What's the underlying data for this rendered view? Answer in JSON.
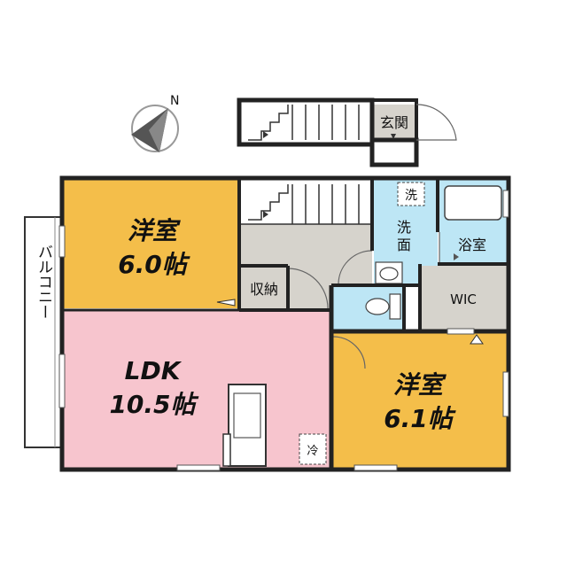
{
  "compass": {
    "north_label": "N"
  },
  "rooms": {
    "western_room_1": {
      "name": "洋室",
      "size": "6.0帖",
      "color": "#F4BE4A"
    },
    "western_room_2": {
      "name": "洋室",
      "size": "6.1帖",
      "color": "#F4BE4A"
    },
    "ldk": {
      "name": "LDK",
      "size": "10.5帖",
      "color": "#F7C5CE"
    },
    "entrance": {
      "name": "玄関"
    },
    "storage": {
      "name": "収納"
    },
    "washroom": {
      "name": "洗\n面"
    },
    "bathroom": {
      "name": "浴室"
    },
    "wic": {
      "name": "WIC"
    },
    "balcony": {
      "name": "バルコニー"
    }
  },
  "fixtures": {
    "washer_label": "洗",
    "fridge_label": "冷"
  },
  "colors": {
    "wall": "#222222",
    "hallway": "#D6D3CC",
    "wet_area": "#BDE6F5",
    "wic_floor": "#D6D3CC"
  }
}
